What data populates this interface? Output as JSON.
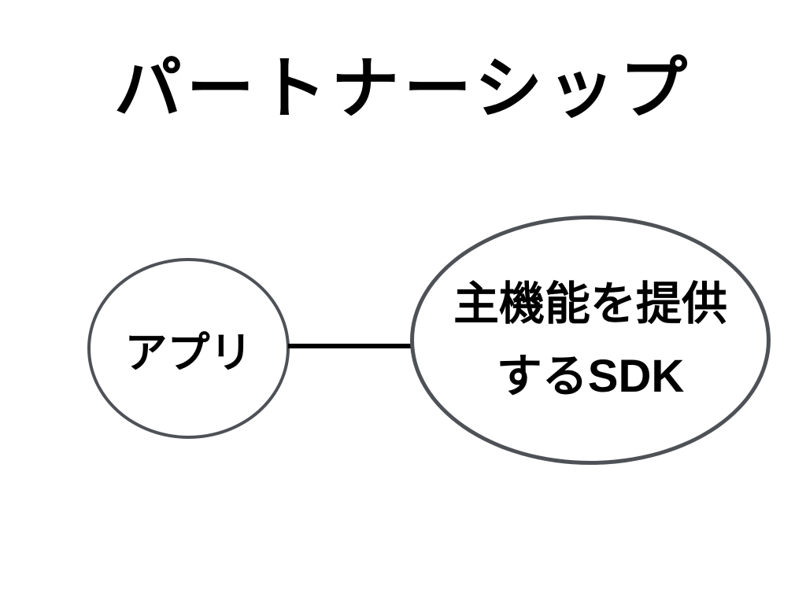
{
  "title": "パートナーシップ",
  "colors": {
    "background": "#ffffff",
    "ellipse_stroke": "#4e5257",
    "connector": "#000000",
    "text": "#000000"
  },
  "diagram": {
    "nodes": [
      {
        "id": "app",
        "label": "アプリ",
        "shape": "ellipse"
      },
      {
        "id": "sdk",
        "label": "主機能を提供するSDK",
        "lines": [
          "主機能を提供",
          "するSDK"
        ],
        "shape": "ellipse"
      }
    ],
    "edges": [
      {
        "from": "app",
        "to": "sdk",
        "style": "solid-line"
      }
    ]
  }
}
